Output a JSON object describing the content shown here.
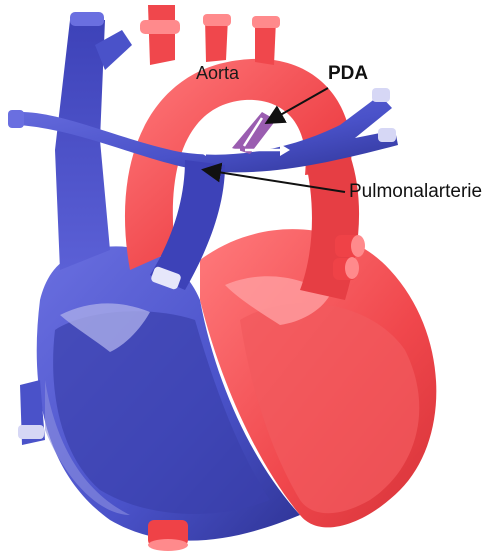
{
  "labels": {
    "aorta": "Aorta",
    "pda": "PDA",
    "pulmonary_artery": "Pulmonalarterie"
  },
  "colors": {
    "oxygenated_red": "#f0474c",
    "red_dark": "#d63238",
    "red_light": "#ff8a8c",
    "deoxygenated_blue": "#4a52c9",
    "blue_dark": "#2f3496",
    "blue_light": "#8c8fe0",
    "arrow": "#111111"
  }
}
